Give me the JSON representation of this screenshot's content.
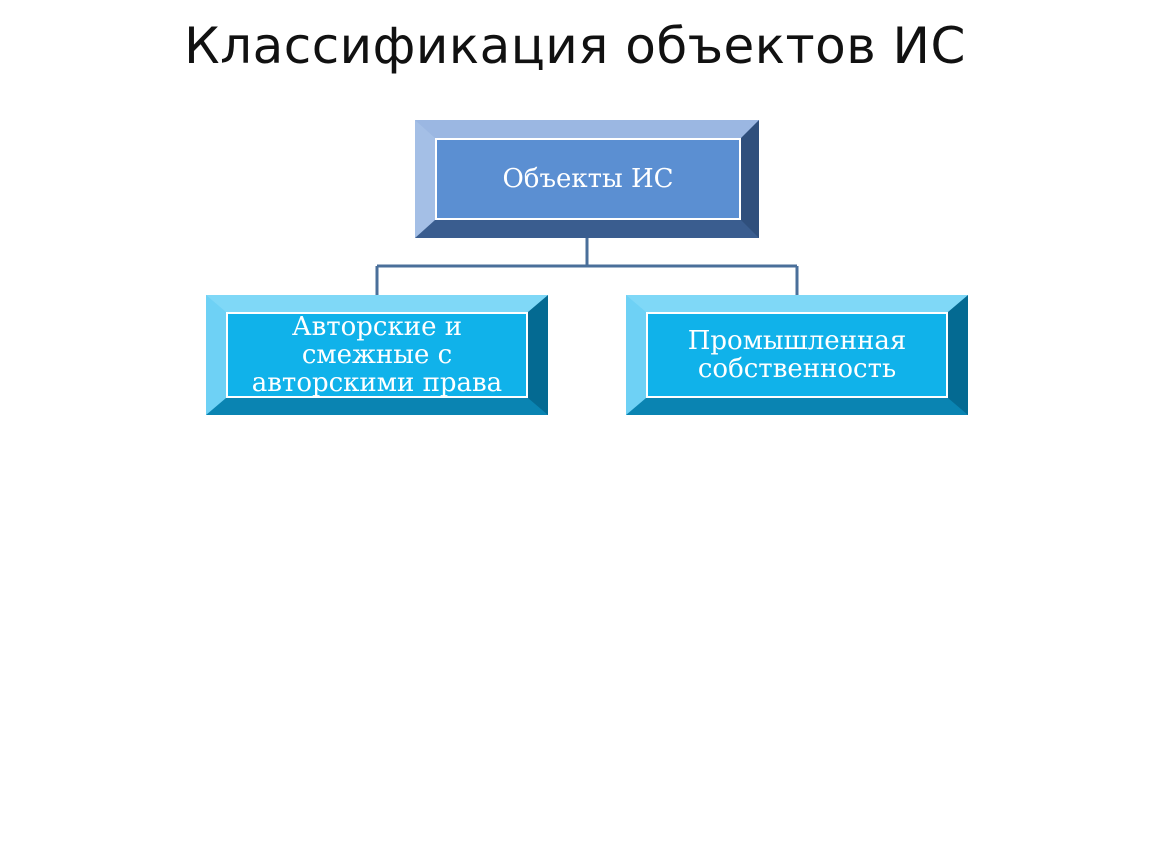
{
  "slide": {
    "title": "Классификация объектов ИС"
  },
  "diagram": {
    "root": {
      "label": "Объекты ИС"
    },
    "children": [
      {
        "label": "Авторские и смежные с авторскими права"
      },
      {
        "label": "Промышленная собственность"
      }
    ]
  },
  "colors": {
    "root_fill": "#5b8fd2",
    "child_fill": "#10b2ea",
    "connector": "#4a6f9a"
  }
}
